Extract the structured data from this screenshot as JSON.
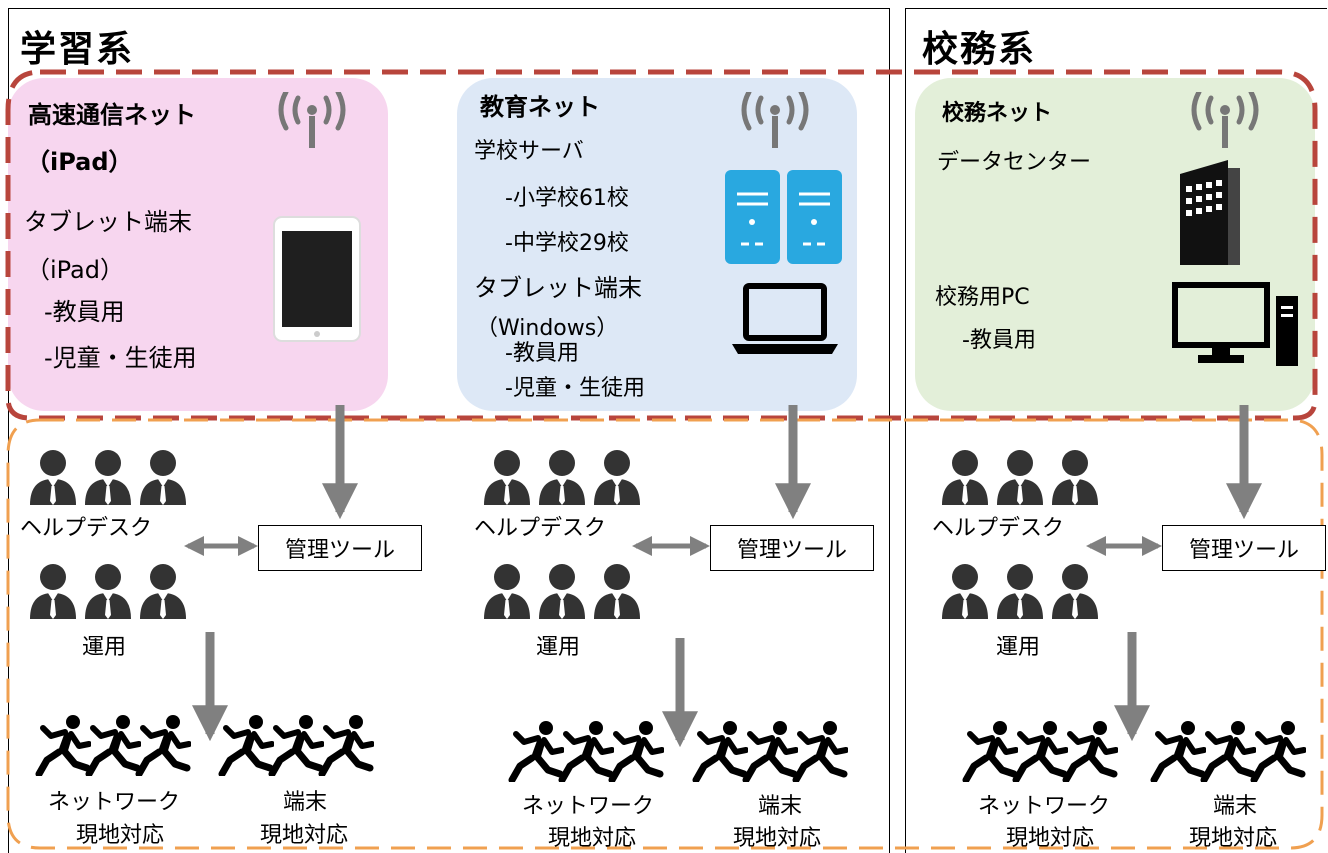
{
  "sections": {
    "learning": {
      "title": "学習系"
    },
    "affairs": {
      "title": "校務系"
    }
  },
  "networks": {
    "highspeed": {
      "title_line1": "高速通信ネット",
      "title_line2": "（iPad）",
      "lines": [
        "タブレット端末",
        "（iPad）",
        "-教員用",
        "-児童・生徒用"
      ],
      "bg": "#f7d6ef"
    },
    "education": {
      "title": "教育ネット",
      "lines": [
        "学校サーバ",
        "-小学校61校",
        "-中学校29校",
        "タブレット端末",
        "（Windows）",
        "-教員用",
        "-児童・生徒用"
      ],
      "bg": "#dde8f6"
    },
    "school_affairs": {
      "title": "校務ネット",
      "lines": [
        "データセンター",
        "校務用PC",
        "-教員用"
      ],
      "bg": "#e3efd9"
    }
  },
  "columns": [
    {
      "helpdesk": "ヘルプデスク",
      "tool": "管理ツール",
      "ops": "運用",
      "network_onsite": [
        "ネットワーク",
        "現地対応"
      ],
      "device_onsite": [
        "端末",
        "現地対応"
      ]
    },
    {
      "helpdesk": "ヘルプデスク",
      "tool": "管理ツール",
      "ops": "運用",
      "network_onsite": [
        "ネットワーク",
        "現地対応"
      ],
      "device_onsite": [
        "端末",
        "現地対応"
      ]
    },
    {
      "helpdesk": "ヘルプデスク",
      "tool": "管理ツール",
      "ops": "運用",
      "network_onsite": [
        "ネットワーク",
        "現地対応"
      ],
      "device_onsite": [
        "端末",
        "現地対応"
      ]
    }
  ],
  "colors": {
    "red_dash": "#b8453c",
    "orange_dash": "#f0a050",
    "arrow": "#808080",
    "server": "#29a8e0"
  },
  "icons": [
    "wifi-icon",
    "tablet-icon",
    "server-icon",
    "laptop-icon",
    "building-icon",
    "desktop-pc-icon",
    "person-icon",
    "running-person-icon"
  ]
}
